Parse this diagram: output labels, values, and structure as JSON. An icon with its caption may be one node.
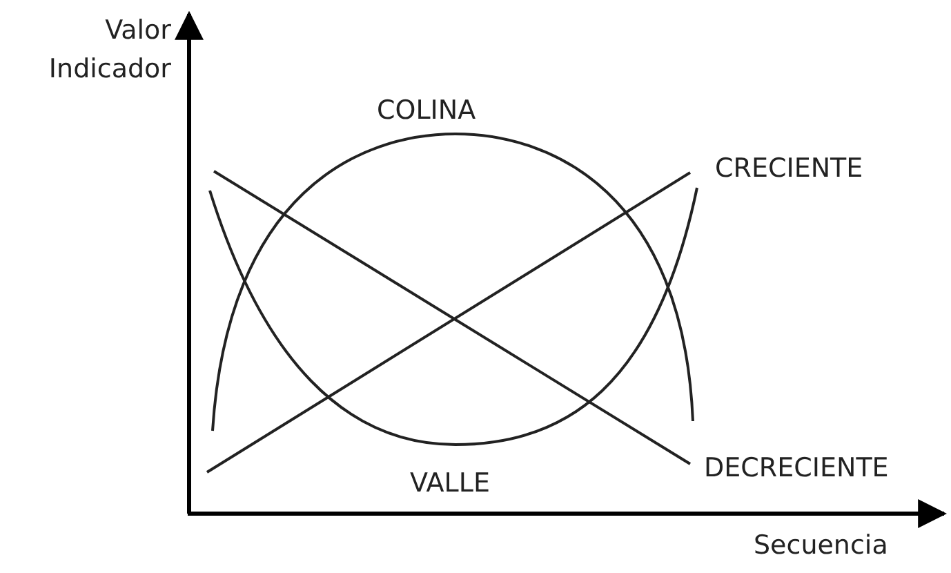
{
  "diagram": {
    "labels": [
      "Valor Indicador",
      "COLINA",
      "CRECIENTE",
      "DECRECIENTE",
      "VALLE",
      "Secuencia"
    ]
  }
}
